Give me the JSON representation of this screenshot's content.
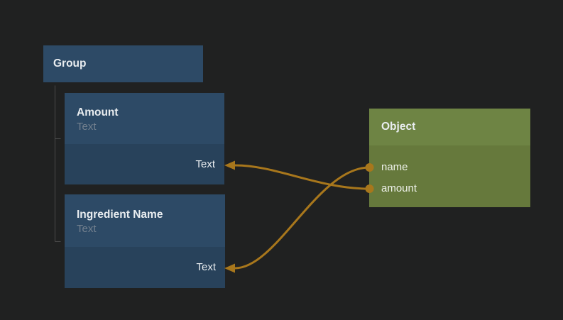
{
  "canvas": {
    "background": "#202121"
  },
  "palette": {
    "node_blue_header": "#2d4a66",
    "node_blue_body": "#28425b",
    "node_green_header": "#6e8444",
    "node_green_body": "#66793c",
    "wire": "#a8771c",
    "tree_line": "#4a4a4a",
    "title_text": "#e9edf0",
    "subtitle_text": "#73808e"
  },
  "nodes": {
    "group": {
      "title": "Group"
    },
    "amount": {
      "title": "Amount",
      "subtitle": "Text",
      "input_label": "Text"
    },
    "ingredient": {
      "title": "Ingredient Name",
      "subtitle": "Text",
      "input_label": "Text"
    },
    "object": {
      "title": "Object",
      "fields": [
        {
          "label": "name"
        },
        {
          "label": "amount"
        }
      ]
    }
  },
  "connections": [
    {
      "from": "Object.name",
      "to": "Ingredient Name.Text"
    },
    {
      "from": "Object.amount",
      "to": "Amount.Text"
    }
  ]
}
